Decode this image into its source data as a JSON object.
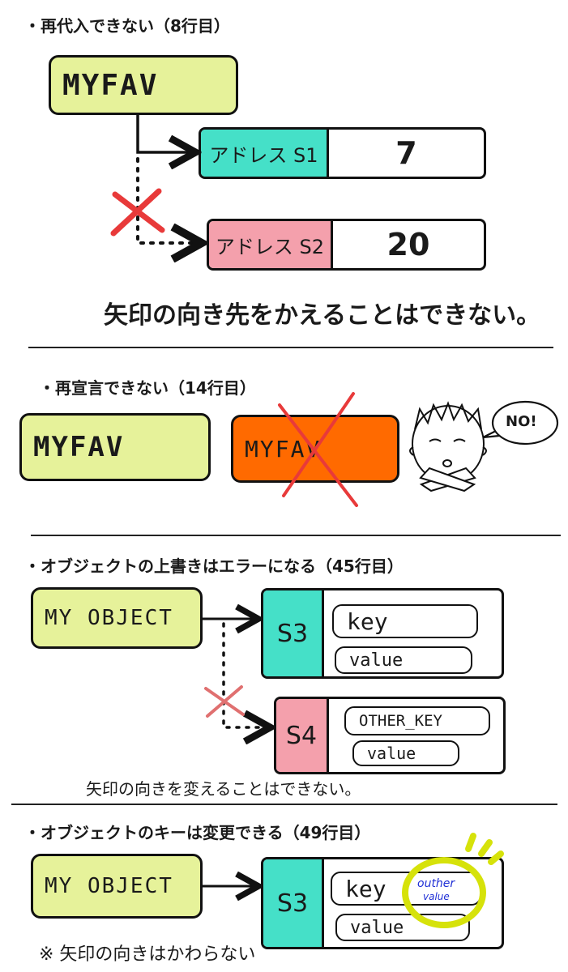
{
  "section1": {
    "heading": "・再代入できない（8行目）",
    "variable": "MYFAV",
    "memory": [
      {
        "address": "アドレス S1",
        "value": "7"
      },
      {
        "address": "アドレス S2",
        "value": "20"
      }
    ],
    "note": "矢印の向き先をかえることはできない。"
  },
  "section2": {
    "heading": "・再宣言できない（14行目）",
    "variable": "MYFAV",
    "variable_crossed": "MYFAV",
    "bubble": "NO!"
  },
  "section3": {
    "heading": "・オブジェクトの上書きはエラーになる（45行目）",
    "variable": "MY OBJECT",
    "memory": [
      {
        "address": "S3",
        "key": "key",
        "value": "value"
      },
      {
        "address": "S4",
        "key": "OTHER_KEY",
        "value": "value"
      }
    ],
    "note": "矢印の向きを変えることはできない。"
  },
  "section4": {
    "heading": "・オブジェクトのキーは変更できる（49行目）",
    "variable": "MY OBJECT",
    "memory": {
      "address": "S3",
      "key": "key",
      "value": "value"
    },
    "changed_value": [
      "outher",
      "value"
    ],
    "note": "※ 矢印の向きはかわらない"
  },
  "colors": {
    "variable": "#e6f29a",
    "teal": "#45e0c8",
    "pink": "#f4a0ac",
    "orange": "#ff6a00",
    "cross": "#e83a3a",
    "highlight": "#d6e20a",
    "blue_text": "#1f2fd6"
  }
}
